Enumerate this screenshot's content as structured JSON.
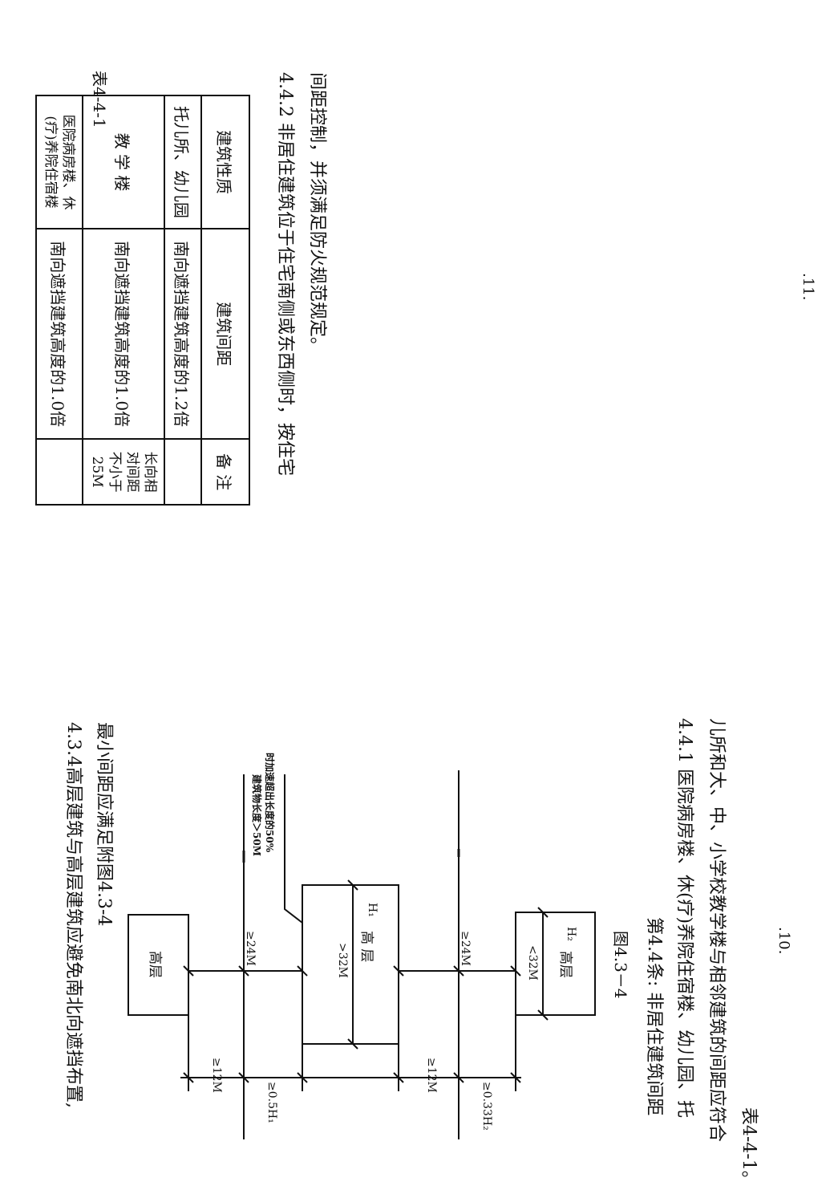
{
  "left_page": {
    "sec_433_line1": "4.3.4高层建筑与高层建筑应避免南北向遮挡布置,",
    "sec_433_line2": "最小间距应满足附图4.3-4",
    "figure": {
      "caption": "图4.3－4",
      "block_top": "高层",
      "block_mid": "高 层",
      "block_mid_sub": "H₁",
      "block_bot": "高层",
      "block_bot_sub": "H₂",
      "dim_12m_a": "≥12M",
      "dim_05h1": "≥0.5H₁",
      "dim_24m_a": "≥24M",
      "dim_32m_a": ">32M",
      "dim_12m_b": "≥12M",
      "dim_033h2": "≥0.33H₂",
      "dim_24m_b": "≥24M",
      "dim_32m_b": "<32M",
      "note_line1": "建筑物长度＞50M",
      "note_line2": "时加速超出长度的50%"
    },
    "sec_44_title": "第4.4条: 非居住建筑间距",
    "sec_441_line1": "4.4.1 医院病房楼、休(疗)养院住宿楼、幼儿园、托",
    "sec_441_line2": "儿所和大、中、小学校教学楼与相邻建筑的间距应符合",
    "sec_441_line3": "表4-4-1。",
    "page_number": ".10."
  },
  "right_page": {
    "table_label": "表4-4-1",
    "table": {
      "headers": [
        "建筑性质",
        "建筑间距",
        "备  注"
      ],
      "rows": [
        [
          "托儿所、幼儿园",
          "南向遮挡建筑高度的1.2倍",
          ""
        ],
        [
          "教 学 楼",
          "南向遮挡建筑高度的1.0倍",
          "长向相对间距不小于25M"
        ],
        [
          "医院病房楼、休(疗)养院住宿楼",
          "南向遮挡建筑高度的1.0倍",
          ""
        ]
      ]
    },
    "sec_442_line1": "4.4.2 非居住建筑位于住宅南侧或东西侧时，按住宅",
    "sec_442_line2": "间距控制，并须满足防火规范规定。",
    "page_number": ".11."
  }
}
